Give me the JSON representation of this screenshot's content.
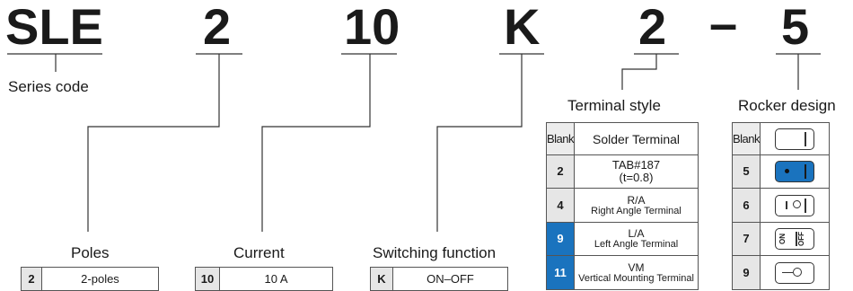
{
  "code_parts": {
    "series": "SLE",
    "poles": "2",
    "current": "10",
    "switching": "K",
    "terminal": "2",
    "dash": "–",
    "rocker": "5"
  },
  "labels": {
    "series": "Series code",
    "poles": "Poles",
    "current": "Current",
    "switching": "Switching function",
    "terminal": "Terminal style",
    "rocker": "Rocker design"
  },
  "poles_table": [
    {
      "code": "2",
      "desc": "2-poles"
    }
  ],
  "current_table": [
    {
      "code": "10",
      "desc": "10 A"
    }
  ],
  "switching_table": [
    {
      "code": "K",
      "desc": "ON–OFF"
    }
  ],
  "terminal_table": [
    {
      "code": "Blank",
      "line1": "Solder Terminal",
      "line2": ""
    },
    {
      "code": "2",
      "line1": "TAB#187",
      "line2": "(t=0.8)"
    },
    {
      "code": "4",
      "line1": "R/A",
      "line2": "Right Angle Terminal"
    },
    {
      "code": "9",
      "line1": "L/A",
      "line2": "Left Angle Terminal",
      "highlight": true
    },
    {
      "code": "11",
      "line1": "VM",
      "line2": "Vertical Mounting Terminal",
      "highlight": true
    }
  ],
  "rocker_table": [
    {
      "code": "Blank",
      "icon": "plain-rocker-icon"
    },
    {
      "code": "5",
      "icon": "blue-dot-rocker-icon"
    },
    {
      "code": "6",
      "icon": "i-o-rocker-icon",
      "sym_on": "I",
      "sym_off": "O"
    },
    {
      "code": "7",
      "icon": "on-off-text-rocker-icon",
      "sym_on": "ON",
      "sym_off": "OFF"
    },
    {
      "code": "9",
      "icon": "dash-circle-rocker-icon"
    }
  ],
  "colors": {
    "accent": "#1a73be",
    "text": "#1a1a1a",
    "key_bg": "#e6e6e6"
  }
}
